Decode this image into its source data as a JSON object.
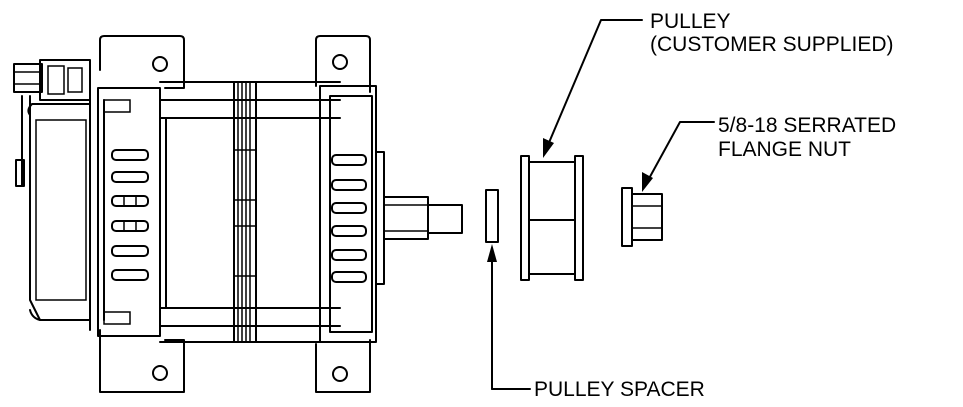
{
  "labels": {
    "pulley_line1": "PULLEY",
    "pulley_line2": "(CUSTOMER SUPPLIED)",
    "nut_line1": "5/8-18 SERRATED",
    "nut_line2": "FLANGE NUT",
    "spacer": "PULLEY SPACER"
  },
  "colors": {
    "line": "#000000",
    "background": "#ffffff"
  }
}
